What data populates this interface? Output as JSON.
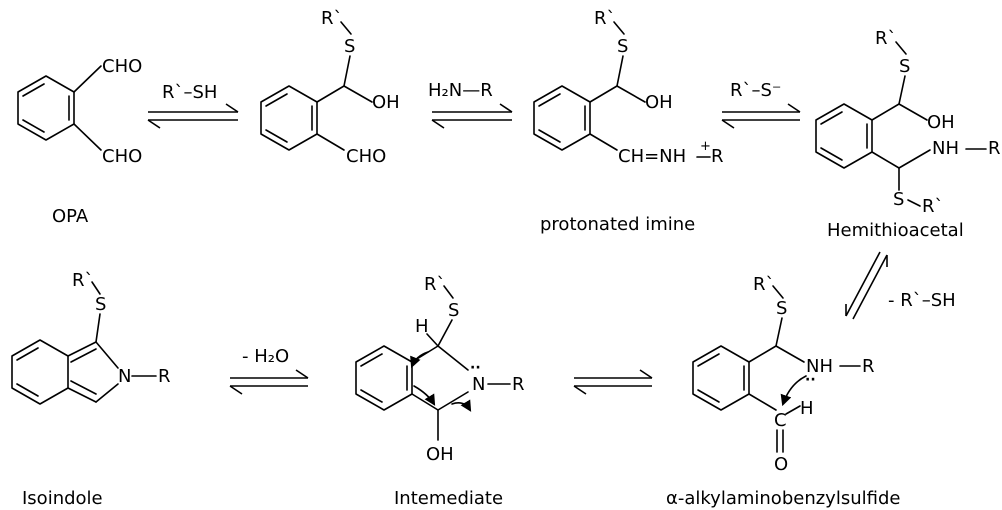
{
  "steps": {
    "s1": {
      "label": "R`–SH"
    },
    "s2": {
      "label": "H₂N—R"
    },
    "s3": {
      "label": "R`–S⁻"
    },
    "s4": {
      "label": "- R`–SH"
    },
    "s5": {
      "label": ""
    },
    "s6": {
      "label": "- H₂O"
    }
  },
  "compounds": {
    "opa": {
      "name": "OPA",
      "sub_top": "CHO",
      "sub_bottom": "CHO"
    },
    "thiohemiacetal": {
      "name": "",
      "thiol": "R`",
      "s": "S",
      "oh": "OH",
      "cho": "CHO"
    },
    "protonated_imine": {
      "name": "protonated imine",
      "thiol": "R`",
      "s": "S",
      "oh": "OH",
      "imine": "CH=NH",
      "plus": "+",
      "r": "R"
    },
    "hemithioacetal": {
      "name": "Hemithioacetal",
      "thiol": "R`",
      "s_top": "S",
      "oh": "OH",
      "nh": "NH",
      "r": "R",
      "s_bottom": "S",
      "thiol_bottom": "R`"
    },
    "alkylamino": {
      "name": "α-alkylaminobenzylsulfide",
      "thiol": "R`",
      "s": "S",
      "nh": "NH",
      "r": "R",
      "c": "C",
      "h": "H",
      "o": "O",
      "lone_pair": "··"
    },
    "intermediate": {
      "name": "Intemediate",
      "thiol": "R`",
      "s": "S",
      "h": "H",
      "n": "N",
      "r": "R",
      "oh": "OH",
      "lone_pair": "··"
    },
    "isoindole": {
      "name": "Isoindole",
      "thiol": "R`",
      "s": "S",
      "n": "N",
      "r": "R"
    }
  }
}
